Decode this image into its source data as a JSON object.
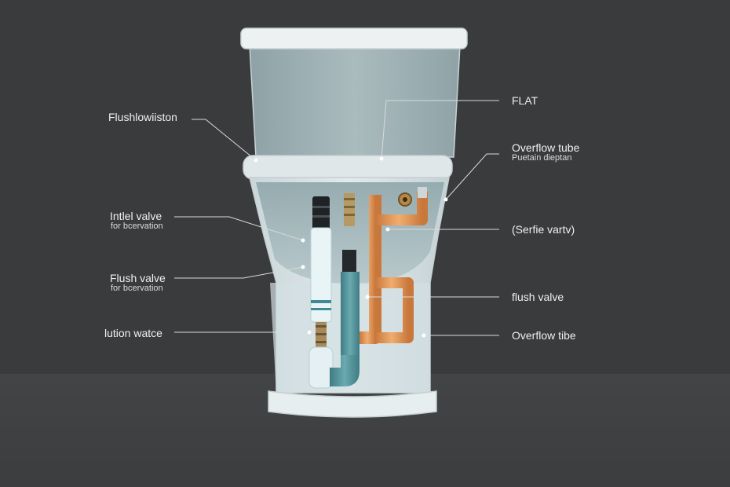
{
  "colors": {
    "background": "#3a3b3d",
    "tank": "#9fb2b5",
    "tank_rim": "#e9edee",
    "bowl_interior": "#a9bbbd",
    "water_blue": "#cfe6ec",
    "teal_pipe": "#5d9ba2",
    "copper_pipe": "#e39a5a",
    "leader_line": "#d7dbdd"
  },
  "labels": {
    "flushlowiston": "Flushlowiiston",
    "intlel_valve": "Intlel valve",
    "intlel_valve_sub": "for bcervation",
    "flush_valve_left": "Flush valve",
    "flush_valve_left_sub": "for bcervation",
    "lution_watce": "lution watce",
    "flat": "FLAT",
    "overflow_tube": "Overflow tube",
    "overflow_tube_sub": "Puetain dieptan",
    "serfie_varty": "(Serfie vartv)",
    "flush_valve_right": "flush valve",
    "overflow_tibe": "Overflow tibe"
  }
}
